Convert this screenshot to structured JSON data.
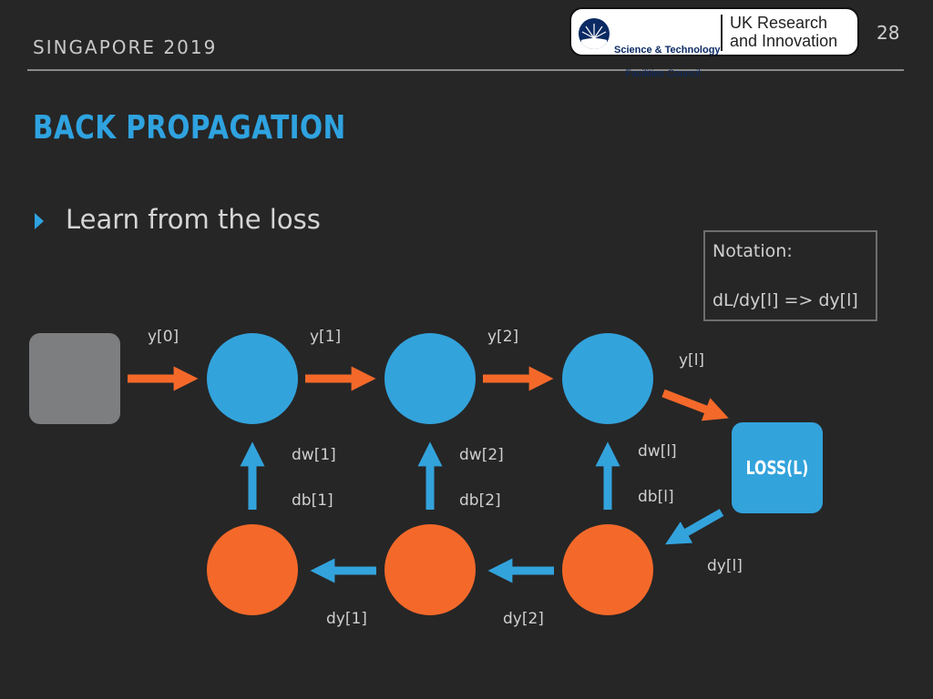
{
  "header": {
    "event": "SINGAPORE 2019",
    "page_number": "28",
    "logo": {
      "stfc_line1": "Science & Technology",
      "stfc_line2": "Facilities Council",
      "ukri_line1": "UK Research",
      "ukri_line2": "and Innovation"
    }
  },
  "slide": {
    "title": "BACK PROPAGATION",
    "bullet": "Learn from the loss"
  },
  "notation": {
    "title": "Notation:",
    "text": "dL/dy[l] => dy[l]"
  },
  "diagram": {
    "colors": {
      "forward": "#33a3dc",
      "backward": "#f4692a",
      "input": "#7c7e80",
      "forward_arrow": "#f4692a",
      "backward_arrow": "#33a3dc"
    },
    "loss_label": "LOSS(L)",
    "forward_labels": [
      "y[0]",
      "y[1]",
      "y[2]",
      "y[l]"
    ],
    "weight_labels": [
      "dw[1]",
      "dw[2]",
      "dw[l]"
    ],
    "bias_labels": [
      "db[1]",
      "db[2]",
      "db[l]"
    ],
    "backward_labels": [
      "dy[1]",
      "dy[2]",
      "dy[l]"
    ]
  }
}
